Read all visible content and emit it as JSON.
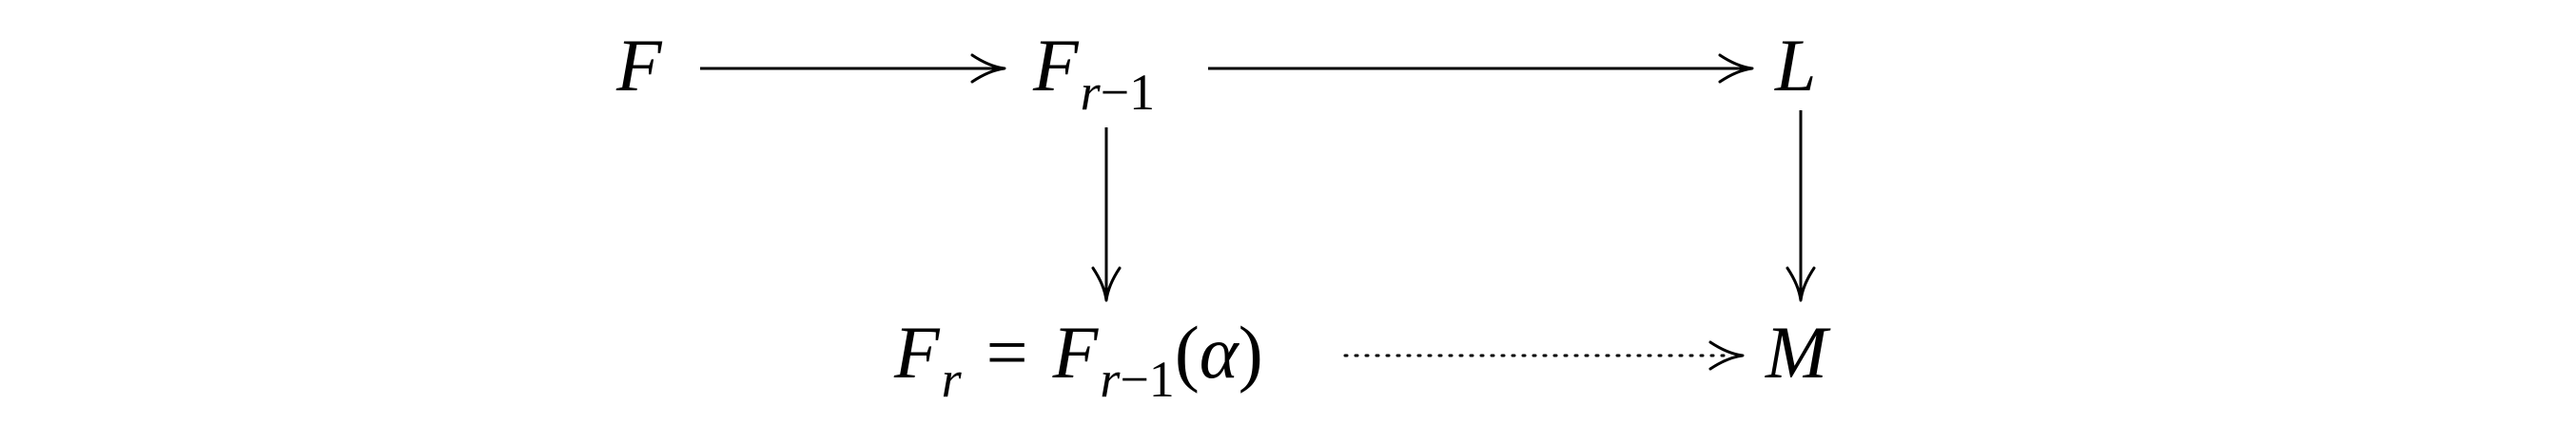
{
  "nodes": {
    "F": {
      "base": "F"
    },
    "F_r_minus_1": {
      "base": "F",
      "sub_var": "r",
      "sub_rest": "−1"
    },
    "L": {
      "base": "L"
    },
    "F_r": {
      "base": "F",
      "sub_var": "r"
    },
    "eq": "=",
    "F_r_minus_1_alpha": {
      "base": "F",
      "sub_var": "r",
      "sub_rest": "−1",
      "open": "(",
      "arg": "α",
      "close": ")"
    },
    "M": {
      "base": "M"
    }
  },
  "arrows": [
    {
      "from": "F",
      "to": "F_r_minus_1",
      "style": "solid"
    },
    {
      "from": "F_r_minus_1",
      "to": "L",
      "style": "solid"
    },
    {
      "from": "F_r_minus_1",
      "to": "F_r",
      "style": "solid"
    },
    {
      "from": "L",
      "to": "M",
      "style": "solid"
    },
    {
      "from": "F_r",
      "to": "M",
      "style": "dotted"
    }
  ]
}
